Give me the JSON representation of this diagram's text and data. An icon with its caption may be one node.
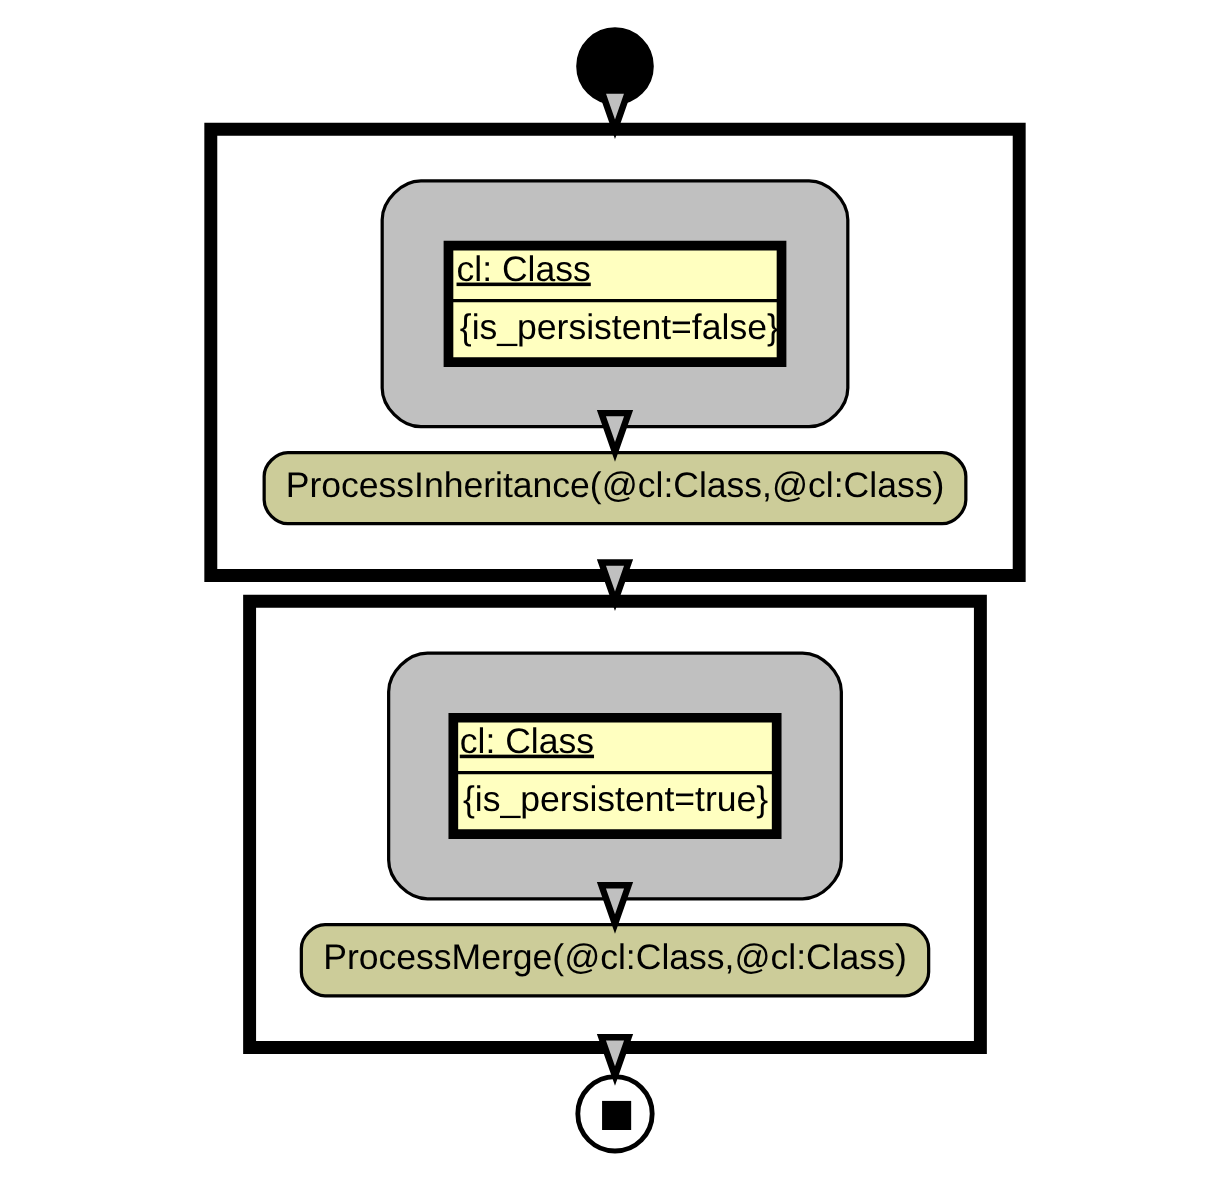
{
  "diagram": {
    "nodes": [
      {
        "text": [],
        "shape": "circle"
      },
      {
        "text": [],
        "shape": "box"
      },
      {
        "text": [],
        "shape": "box",
        "in": 1
      },
      {
        "text": [
          "cl: Class",
          "{is_persistent=false}"
        ],
        "in": 2
      },
      {
        "text": [
          "ProcessInheritance(@cl:Class,@cl:Class)"
        ],
        "in": 1
      },
      {
        "text": [],
        "shape": "box"
      },
      {
        "text": [],
        "shape": "box",
        "in": 5
      },
      {
        "text": [
          "cl: Class",
          "{is_persistent=true}"
        ],
        "in": 6
      },
      {
        "text": [
          "ProcessMerge(@cl:Class,@cl:Class)"
        ],
        "in": 5
      },
      {
        "text": [],
        "shape": "circle"
      }
    ],
    "edges": [
      {
        "from": 0,
        "to": 1,
        "arrow": "to"
      },
      {
        "from": 2,
        "to": 4,
        "arrow": "to"
      },
      {
        "from": 1,
        "to": 5,
        "arrow": "to"
      },
      {
        "from": 6,
        "to": 8,
        "arrow": "to"
      },
      {
        "from": 5,
        "to": 9,
        "arrow": "to"
      }
    ]
  }
}
